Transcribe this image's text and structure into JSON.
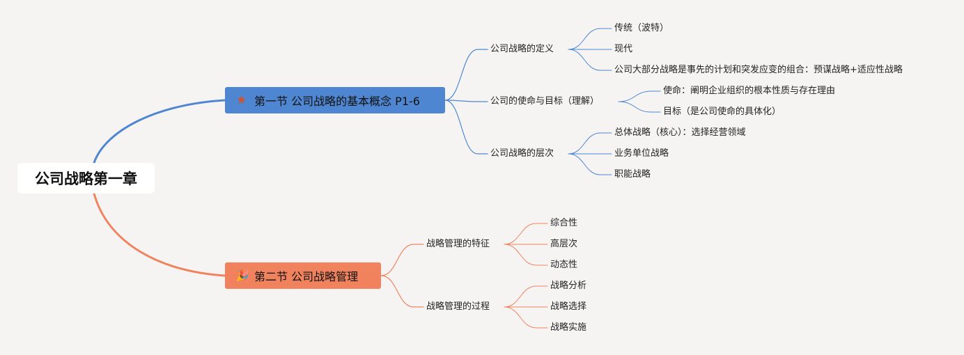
{
  "root": {
    "label": "公司战略第一章"
  },
  "colors": {
    "branch1": "#4e86d1",
    "branch2": "#f0835e",
    "background": "#f6f4f3"
  },
  "sections": [
    {
      "label": "第一节 公司战略的基本概念 P1-6",
      "icon": "star-icon",
      "topics": [
        {
          "label": "公司战略的定义",
          "children": [
            "传统（波特）",
            "现代",
            "公司大部分战略是事先的计划和突发应变的组合：预谋战略+适应性战略"
          ]
        },
        {
          "label": "公司的使命与目标（理解）",
          "children": [
            "使命：阐明企业组织的根本性质与存在理由",
            "目标（是公司使命的具体化）"
          ]
        },
        {
          "label": "公司战略的层次",
          "children": [
            "总体战略（核心）：选择经营领域",
            "业务单位战略",
            "职能战略"
          ]
        }
      ]
    },
    {
      "label": "第二节 公司战略管理",
      "icon": "party-popper-icon",
      "topics": [
        {
          "label": "战略管理的特征",
          "children": [
            "综合性",
            "高层次",
            "动态性"
          ]
        },
        {
          "label": "战略管理的过程",
          "children": [
            "战略分析",
            "战略选择",
            "战略实施"
          ]
        }
      ]
    }
  ]
}
